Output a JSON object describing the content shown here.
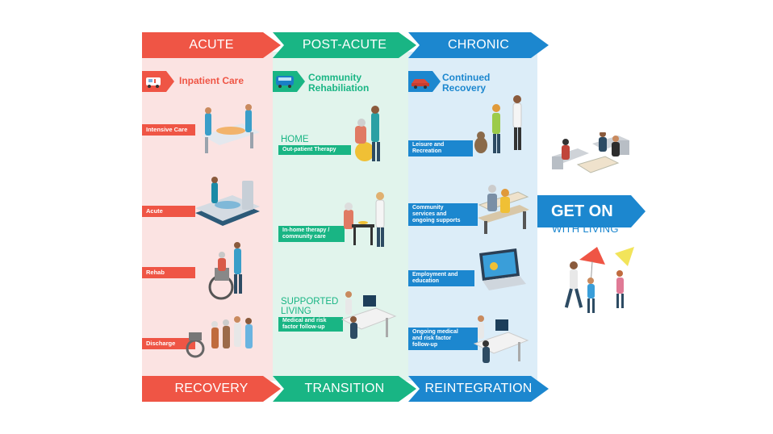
{
  "phases": {
    "acute": "ACUTE",
    "post_acute": "POST-ACUTE",
    "chronic": "CHRONIC"
  },
  "outcomes": {
    "recovery": "RECOVERY",
    "transition": "TRANSITION",
    "reintegration": "REINTEGRATION"
  },
  "settings": {
    "inpatient": "Inpatient Care",
    "community_line1": "Community",
    "community_line2": "Rehabiliation",
    "continued_line1": "Continued",
    "continued_line2": "Recovery"
  },
  "acute_stages": [
    "Intensive Care",
    "Acute",
    "Rehab",
    "Discharge"
  ],
  "post_acute": {
    "home_heading": "HOME",
    "home_tag": "Out-patient Therapy",
    "inhome_tag_line1": "In-home therapy /",
    "inhome_tag_line2": "community care",
    "supported_line1": "SUPPORTED",
    "supported_line2": "LIVING",
    "supported_tag_line1": "Medical and risk",
    "supported_tag_line2": "factor follow-up"
  },
  "chronic_tags": {
    "leisure_1": "Leisure and",
    "leisure_2": "Recreation",
    "community_1": "Community",
    "community_2": "services and",
    "community_3": "ongoing supports",
    "employment_1": "Employment and",
    "employment_2": "education",
    "ongoing_1": "Ongoing medical",
    "ongoing_2": "and risk factor",
    "ongoing_3": "follow-up"
  },
  "final": {
    "get_on": "GET ON",
    "with_living": "WITH LIVING"
  },
  "colors": {
    "acute": "#ef5545",
    "post_acute": "#19b584",
    "chronic": "#1c87cf"
  }
}
